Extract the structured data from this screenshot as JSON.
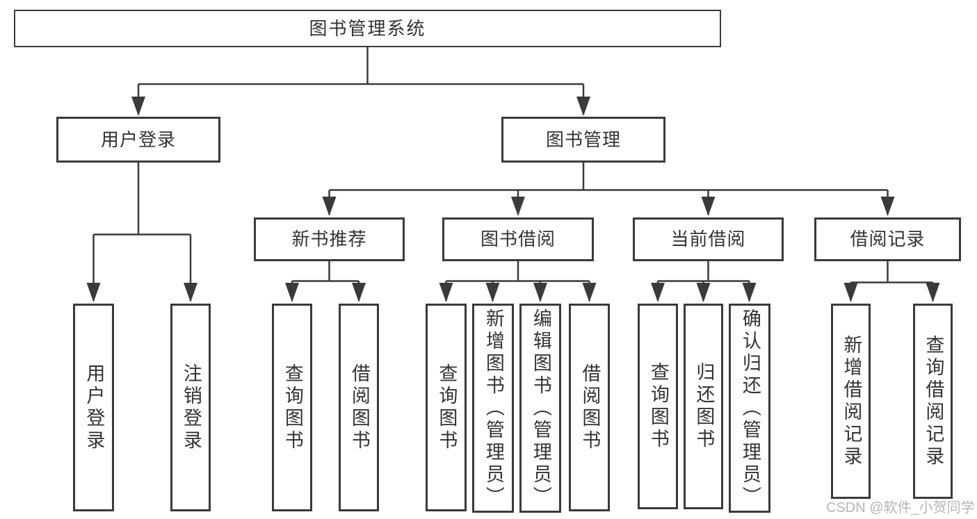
{
  "diagram": {
    "root": {
      "label": "图书管理系统"
    },
    "level2": [
      {
        "label": "用户登录"
      },
      {
        "label": "图书管理"
      }
    ],
    "level3": [
      {
        "label": "新书推荐"
      },
      {
        "label": "图书借阅"
      },
      {
        "label": "当前借阅"
      },
      {
        "label": "借阅记录"
      }
    ],
    "leaves": {
      "login": [
        {
          "label": "用户登录"
        },
        {
          "label": "注销登录"
        }
      ],
      "recommend": [
        {
          "label": "查询图书"
        },
        {
          "label": "借阅图书"
        }
      ],
      "borrow": [
        {
          "label": "查询图书"
        },
        {
          "label": "新增图书（管理员）"
        },
        {
          "label": "编辑图书（管理员）"
        },
        {
          "label": "借阅图书"
        }
      ],
      "current": [
        {
          "label": "查询图书"
        },
        {
          "label": "归还图书"
        },
        {
          "label": "确认归还（管理员）"
        }
      ],
      "record": [
        {
          "label": "新增借阅记录"
        },
        {
          "label": "查询借阅记录"
        }
      ]
    },
    "watermark": "CSDN @软件_小贺同学",
    "colors": {
      "line": "#3a3a3a",
      "text": "#333333",
      "background": "#ffffff",
      "watermark": "#b5b5b5"
    }
  }
}
